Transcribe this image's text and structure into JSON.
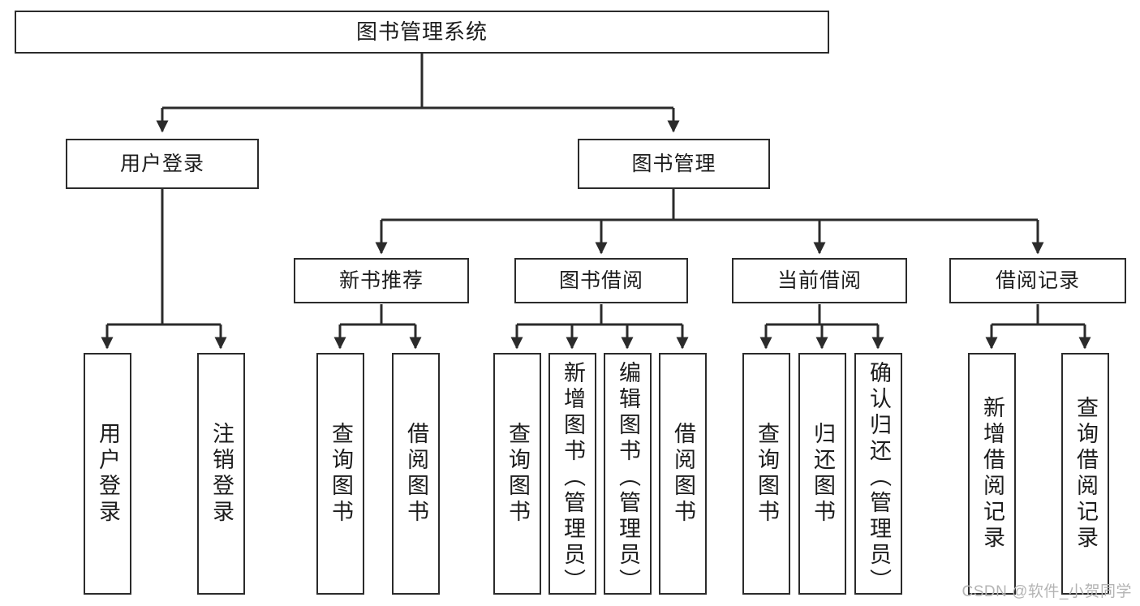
{
  "diagram": {
    "title": "图书管理系统",
    "watermark": "CSDN @软件_小贺同学",
    "colors": {
      "box_border": "#2b2b2b",
      "box_fill": "#ffffff",
      "edge": "#2b2b2b",
      "text": "#1c1c1c",
      "watermark": "#b4b4b4"
    },
    "root": {
      "label": "图书管理系统"
    },
    "level2": [
      {
        "label": "用户登录"
      },
      {
        "label": "图书管理"
      }
    ],
    "level3": [
      {
        "label": "新书推荐"
      },
      {
        "label": "图书借阅"
      },
      {
        "label": "当前借阅"
      },
      {
        "label": "借阅记录"
      }
    ],
    "leaves": {
      "user_login": [
        {
          "label": "用户登录"
        },
        {
          "label": "注销登录"
        }
      ],
      "new_book_recommend": [
        {
          "label": "查询图书"
        },
        {
          "label": "借阅图书"
        }
      ],
      "book_borrow": [
        {
          "label": "查询图书"
        },
        {
          "label": "新增图书（管理员）"
        },
        {
          "label": "编辑图书（管理员）"
        },
        {
          "label": "借阅图书"
        }
      ],
      "current_borrow": [
        {
          "label": "查询图书"
        },
        {
          "label": "归还图书"
        },
        {
          "label": "确认归还（管理员）"
        }
      ],
      "borrow_record": [
        {
          "label": "新增借阅记录"
        },
        {
          "label": "查询借阅记录"
        }
      ]
    }
  },
  "chart_data": {
    "type": "table",
    "title": "图书管理系统 功能结构图",
    "nodes": [
      {
        "id": "root",
        "label": "图书管理系统",
        "level": 1,
        "parent": null
      },
      {
        "id": "user-login",
        "label": "用户登录",
        "level": 2,
        "parent": "root"
      },
      {
        "id": "book-manage",
        "label": "图书管理",
        "level": 2,
        "parent": "root"
      },
      {
        "id": "user-login-1",
        "label": "用户登录",
        "level": 3,
        "parent": "user-login"
      },
      {
        "id": "user-login-2",
        "label": "注销登录",
        "level": 3,
        "parent": "user-login"
      },
      {
        "id": "new-book",
        "label": "新书推荐",
        "level": 3,
        "parent": "book-manage"
      },
      {
        "id": "book-borrow",
        "label": "图书借阅",
        "level": 3,
        "parent": "book-manage"
      },
      {
        "id": "current-borrow",
        "label": "当前借阅",
        "level": 3,
        "parent": "book-manage"
      },
      {
        "id": "borrow-record",
        "label": "借阅记录",
        "level": 3,
        "parent": "book-manage"
      },
      {
        "id": "new-book-1",
        "label": "查询图书",
        "level": 4,
        "parent": "new-book"
      },
      {
        "id": "new-book-2",
        "label": "借阅图书",
        "level": 4,
        "parent": "new-book"
      },
      {
        "id": "book-borrow-1",
        "label": "查询图书",
        "level": 4,
        "parent": "book-borrow"
      },
      {
        "id": "book-borrow-2",
        "label": "新增图书（管理员）",
        "level": 4,
        "parent": "book-borrow"
      },
      {
        "id": "book-borrow-3",
        "label": "编辑图书（管理员）",
        "level": 4,
        "parent": "book-borrow"
      },
      {
        "id": "book-borrow-4",
        "label": "借阅图书",
        "level": 4,
        "parent": "book-borrow"
      },
      {
        "id": "current-borrow-1",
        "label": "查询图书",
        "level": 4,
        "parent": "current-borrow"
      },
      {
        "id": "current-borrow-2",
        "label": "归还图书",
        "level": 4,
        "parent": "current-borrow"
      },
      {
        "id": "current-borrow-3",
        "label": "确认归还（管理员）",
        "level": 4,
        "parent": "current-borrow"
      },
      {
        "id": "borrow-record-1",
        "label": "新增借阅记录",
        "level": 4,
        "parent": "borrow-record"
      },
      {
        "id": "borrow-record-2",
        "label": "查询借阅记录",
        "level": 4,
        "parent": "borrow-record"
      }
    ]
  }
}
